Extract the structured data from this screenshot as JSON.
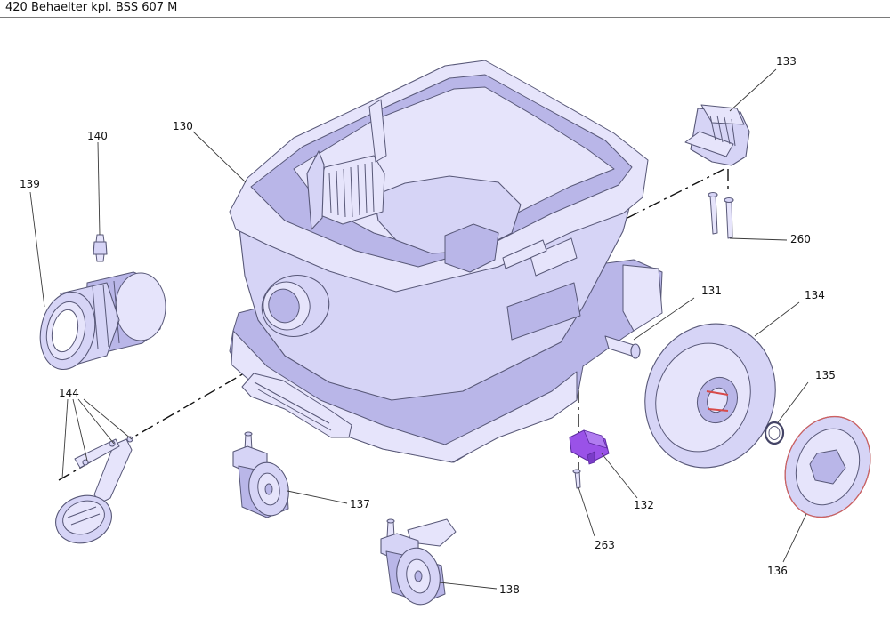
{
  "header": {
    "title": "420 Behaelter kpl. BSS 607 M"
  },
  "callouts": {
    "c130": "130",
    "c131": "131",
    "c132": "132",
    "c133": "133",
    "c134": "134",
    "c135": "135",
    "c136": "136",
    "c137": "137",
    "c138": "138",
    "c139": "139",
    "c140": "140",
    "c144": "144",
    "c260": "260",
    "c263": "263"
  },
  "colors": {
    "part_fill": "#d6d4f6",
    "part_outline": "#585878",
    "highlight_part": "#9a52e8"
  }
}
